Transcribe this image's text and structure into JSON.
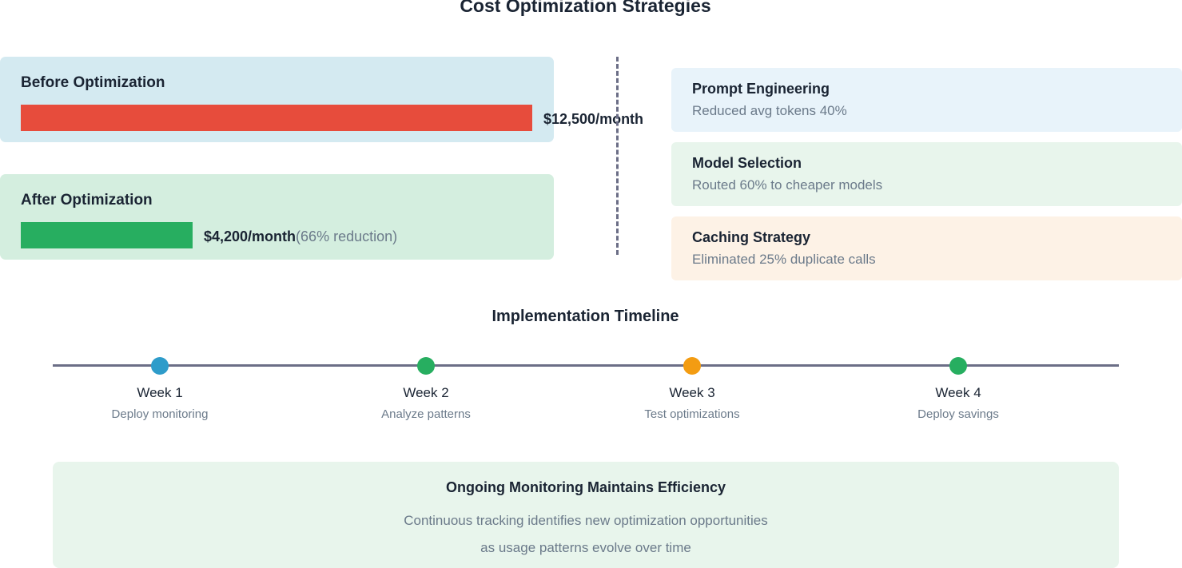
{
  "title": "Cost Optimization Strategies",
  "comparison": {
    "before": {
      "label": "Before Optimization",
      "amount": "$12,500/month",
      "value": 12500,
      "color": "#e74c3c"
    },
    "after": {
      "label": "After Optimization",
      "amount": "$4,200/month",
      "note": "(66% reduction)",
      "value": 4200,
      "color": "#27ae60"
    }
  },
  "strategies": [
    {
      "title": "Prompt Engineering",
      "description": "Reduced avg tokens 40%",
      "background": "#e8f3fa"
    },
    {
      "title": "Model Selection",
      "description": "Routed 60% to cheaper models",
      "background": "#e8f5ec"
    },
    {
      "title": "Caching Strategy",
      "description": "Eliminated 25% duplicate calls",
      "background": "#fdf2e6"
    }
  ],
  "timeline": {
    "title": "Implementation Timeline",
    "milestones": [
      {
        "week": "Week 1",
        "task": "Deploy monitoring",
        "color": "#2e9cca"
      },
      {
        "week": "Week 2",
        "task": "Analyze patterns",
        "color": "#27ae60"
      },
      {
        "week": "Week 3",
        "task": "Test optimizations",
        "color": "#f39c12"
      },
      {
        "week": "Week 4",
        "task": "Deploy savings",
        "color": "#27ae60"
      }
    ]
  },
  "monitoring_note": {
    "title": "Ongoing Monitoring Maintains Efficiency",
    "lines": [
      "Continuous tracking identifies new optimization opportunities",
      "as usage patterns evolve over time"
    ]
  }
}
